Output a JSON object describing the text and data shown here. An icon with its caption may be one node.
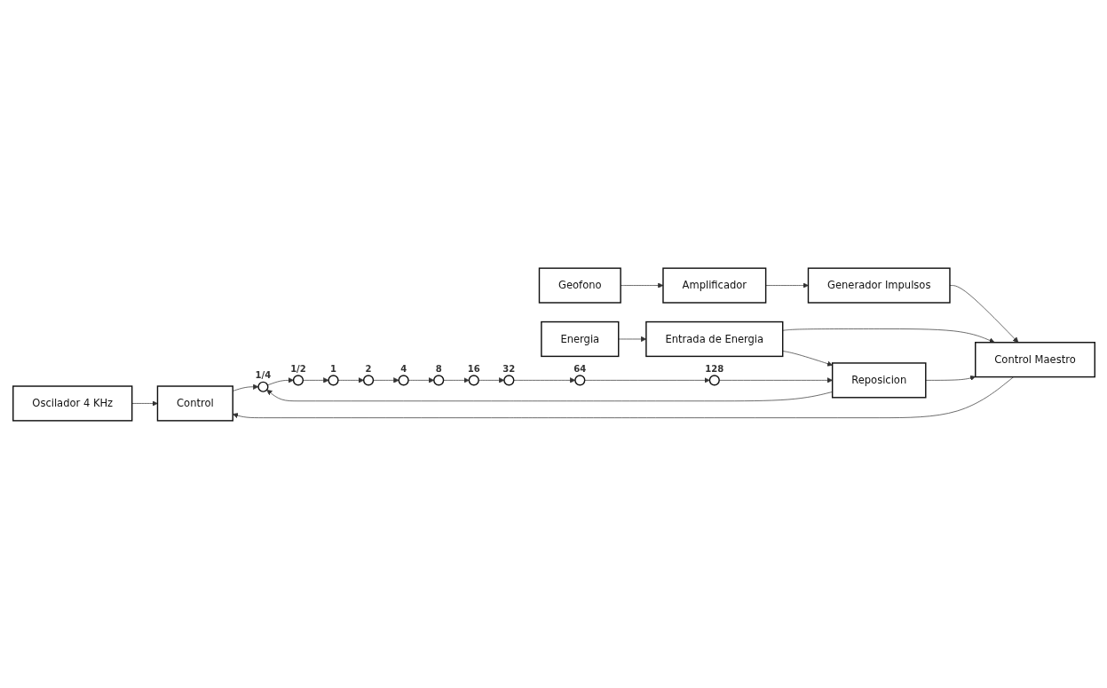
{
  "diagram": {
    "nodes": [
      {
        "text": [
          "Oscilador 4 KHz"
        ]
      },
      {
        "text": [
          "Control"
        ]
      },
      {
        "text": [
          "Geofono"
        ]
      },
      {
        "text": [
          "Amplificador"
        ]
      },
      {
        "text": [
          "Generador Impulsos"
        ]
      },
      {
        "text": [
          "Control Maestro"
        ]
      },
      {
        "text": [
          "Energia"
        ]
      },
      {
        "text": [
          "Entrada de Energia"
        ]
      },
      {
        "text": [
          "Reposicion"
        ]
      },
      {
        "text": [],
        "shape": "circle",
        "beside": [
          "1/4"
        ]
      },
      {
        "text": [],
        "shape": "circle",
        "beside": [
          "1/2"
        ]
      },
      {
        "text": [],
        "shape": "circle",
        "beside": [
          "1"
        ]
      },
      {
        "text": [],
        "shape": "circle",
        "beside": [
          "2"
        ]
      },
      {
        "text": [],
        "shape": "circle",
        "beside": [
          "4"
        ]
      },
      {
        "text": [],
        "shape": "circle",
        "beside": [
          "8"
        ]
      },
      {
        "text": [],
        "shape": "circle",
        "beside": [
          "16"
        ]
      },
      {
        "text": [],
        "shape": "circle",
        "beside": [
          "32"
        ]
      },
      {
        "text": [],
        "shape": "circle",
        "beside": [
          "64"
        ]
      },
      {
        "text": [],
        "shape": "circle",
        "beside": [
          "128"
        ]
      }
    ],
    "edges": [
      {
        "from": 0,
        "to": 1,
        "arrow": "to"
      },
      {
        "from": 5,
        "to": 1,
        "arrow": "to"
      },
      {
        "from": 1,
        "to": 9,
        "arrow": "to"
      },
      {
        "from": 2,
        "to": 3,
        "arrow": "to"
      },
      {
        "from": 3,
        "to": 4,
        "arrow": "to"
      },
      {
        "from": 4,
        "to": 5,
        "arrow": "to"
      },
      {
        "from": 6,
        "to": 7,
        "arrow": "to"
      },
      {
        "from": 7,
        "to": 5,
        "arrow": "to"
      },
      {
        "from": 7,
        "to": 8,
        "arrow": "to"
      },
      {
        "from": 8,
        "to": 5,
        "arrow": "to"
      },
      {
        "from": 8,
        "to": 9,
        "arrow": "to"
      },
      {
        "from": 9,
        "to": 10,
        "arrow": "to"
      },
      {
        "from": 10,
        "to": 11,
        "arrow": "to"
      },
      {
        "from": 11,
        "to": 12,
        "arrow": "to"
      },
      {
        "from": 12,
        "to": 13,
        "arrow": "to"
      },
      {
        "from": 13,
        "to": 14,
        "arrow": "to"
      },
      {
        "from": 14,
        "to": 15,
        "arrow": "to"
      },
      {
        "from": 15,
        "to": 16,
        "arrow": "to"
      },
      {
        "from": 16,
        "to": 17,
        "arrow": "to"
      },
      {
        "from": 17,
        "to": 18,
        "arrow": "to"
      },
      {
        "from": 18,
        "to": 8,
        "arrow": "to"
      }
    ]
  }
}
